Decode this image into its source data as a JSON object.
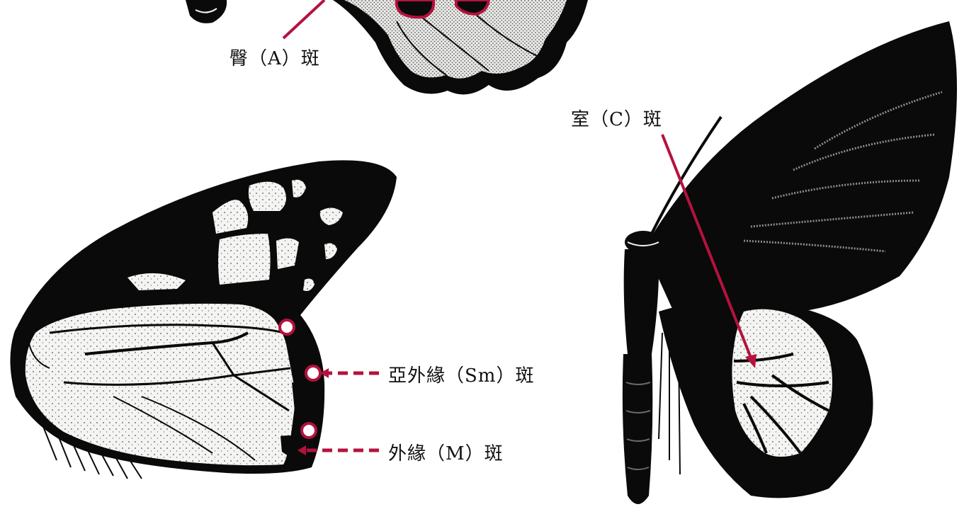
{
  "labels": {
    "anal": "臀（A）斑",
    "cell": "室（C）斑",
    "submarginal": "亞外緣（Sm）斑",
    "marginal": "外緣（M）斑"
  },
  "colors": {
    "wing_black": "#0a0a0a",
    "pale_area": "#f4f4f2",
    "annotation": "#b5123e"
  }
}
